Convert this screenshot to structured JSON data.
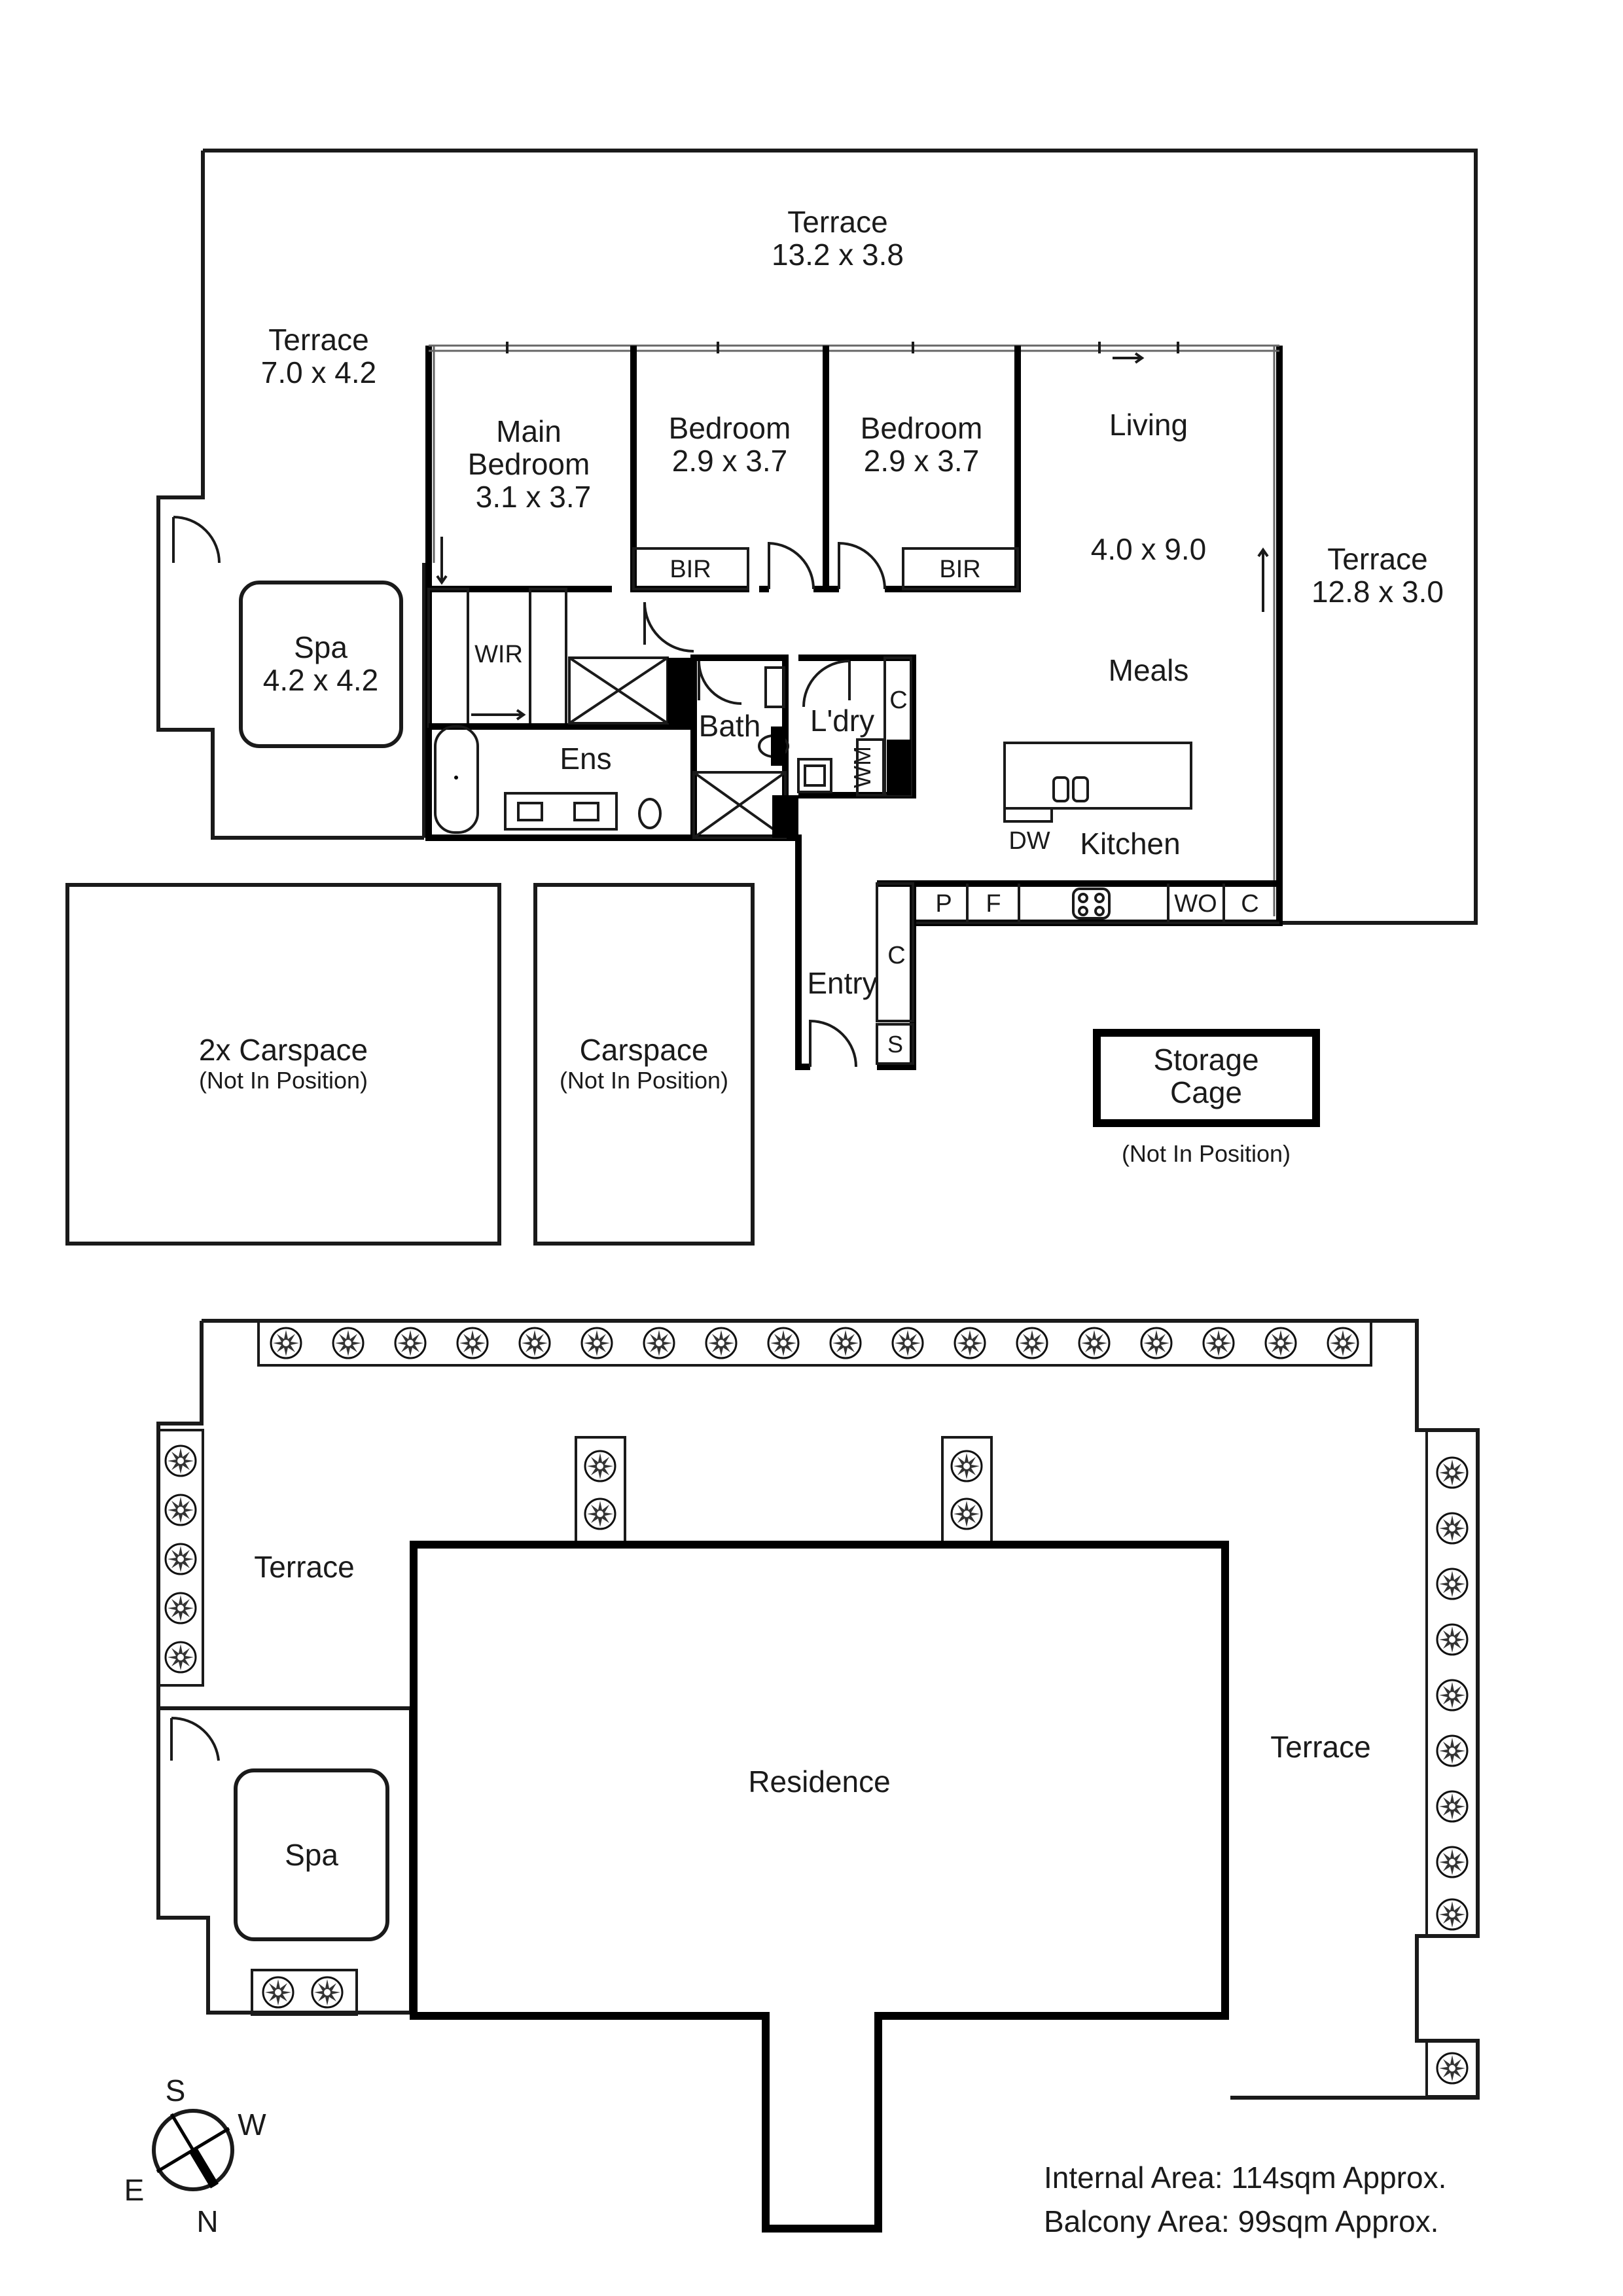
{
  "plan": {
    "terrace_top": {
      "name": "Terrace",
      "dims": "13.2 x 3.8"
    },
    "terrace_left": {
      "name": "Terrace",
      "dims": "7.0 x 4.2"
    },
    "terrace_right": {
      "name": "Terrace",
      "dims": "12.8 x 3.0"
    },
    "main_bedroom": {
      "line1": "Main",
      "line2": "Bedroom",
      "dims": "3.1 x 3.7"
    },
    "bedroom_2": {
      "name": "Bedroom",
      "dims": "2.9 x 3.7"
    },
    "bedroom_3": {
      "name": "Bedroom",
      "dims": "2.9 x 3.7"
    },
    "living": {
      "name": "Living",
      "dims": "4.0 x 9.0"
    },
    "meals": "Meals",
    "kitchen": "Kitchen",
    "dw": "DW",
    "bir": "BIR",
    "wir": "WIR",
    "ens": "Ens",
    "bath": "Bath",
    "laundry": "L'dry",
    "wm": "WM",
    "cupboard": "C",
    "pantry": "P",
    "fridge": "F",
    "wall_oven": "WO",
    "storage": "S",
    "entry": "Entry",
    "spa": {
      "name": "Spa",
      "dims": "4.2 x 4.2"
    },
    "carspace_double": {
      "name": "2x Carspace",
      "note": "(Not In Position)"
    },
    "carspace_single": {
      "name": "Carspace",
      "note": "(Not In Position)"
    },
    "storage_cage": {
      "line1": "Storage",
      "line2": "Cage",
      "note": "(Not In Position)"
    }
  },
  "site": {
    "terrace_left": "Terrace",
    "terrace_right": "Terrace",
    "residence": "Residence",
    "spa": "Spa"
  },
  "compass": {
    "s": "S",
    "w": "W",
    "e": "E",
    "n": "N"
  },
  "areas": {
    "internal": "Internal Area: 114sqm Approx.",
    "balcony": "Balcony Area: 99sqm Approx."
  }
}
